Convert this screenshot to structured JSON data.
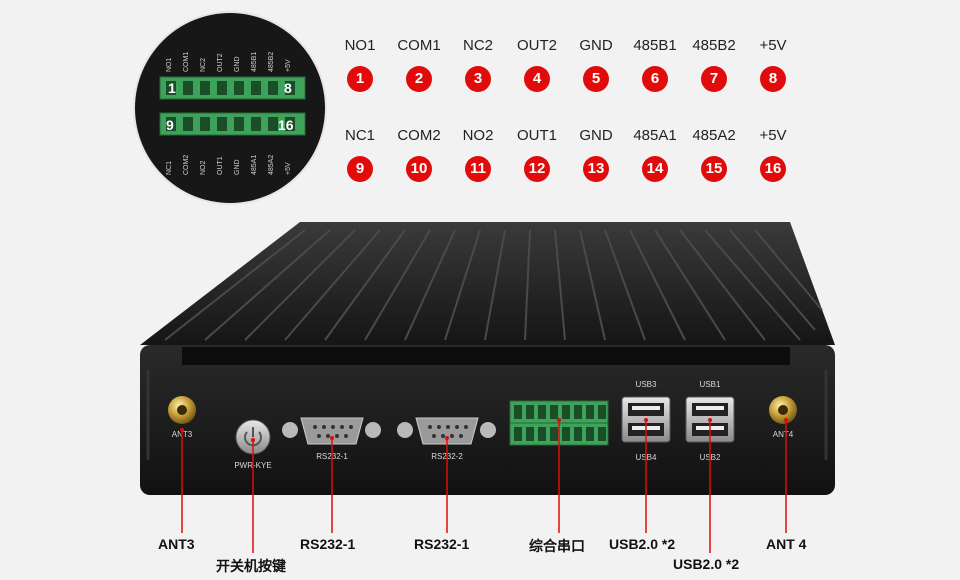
{
  "pin_legend": {
    "top_row": [
      {
        "name": "NO1",
        "num": "1"
      },
      {
        "name": "COM1",
        "num": "2"
      },
      {
        "name": "NC2",
        "num": "3"
      },
      {
        "name": "OUT2",
        "num": "4"
      },
      {
        "name": "GND",
        "num": "5"
      },
      {
        "name": "485B1",
        "num": "6"
      },
      {
        "name": "485B2",
        "num": "7"
      },
      {
        "name": "+5V",
        "num": "8"
      }
    ],
    "bottom_row": [
      {
        "name": "NC1",
        "num": "9"
      },
      {
        "name": "COM2",
        "num": "10"
      },
      {
        "name": "NO2",
        "num": "11"
      },
      {
        "name": "OUT1",
        "num": "12"
      },
      {
        "name": "GND",
        "num": "13"
      },
      {
        "name": "485A1",
        "num": "14"
      },
      {
        "name": "485A2",
        "num": "15"
      },
      {
        "name": "+5V",
        "num": "16"
      }
    ]
  },
  "zoom": {
    "top_labels": [
      "NO1",
      "COM1",
      "NC2",
      "OUT2",
      "GND",
      "485B1",
      "485B2",
      "+5V"
    ],
    "bottom_labels": [
      "NC1",
      "COM2",
      "NO2",
      "OUT1",
      "GND",
      "485A1",
      "485A2",
      "+5V"
    ],
    "pin_first_top": "1",
    "pin_last_top": "8",
    "pin_first_bottom": "9",
    "pin_last_bottom": "16"
  },
  "device": {
    "ant_left": "ANT3",
    "ant_right": "ANT4",
    "power": "PWR-KYE",
    "rs1": "RS232-1",
    "rs2": "RS232-2",
    "usb3": "USB3",
    "usb4": "USB4",
    "usb1": "USB1",
    "usb2": "USB2"
  },
  "labels": {
    "ant3": "ANT3",
    "power": "开关机按键",
    "rs1": "RS232-1",
    "rs2": "RS232-1",
    "combo": "综合串口",
    "usb_a": "USB2.0 *2",
    "usb_b": "USB2.0 *2",
    "ant4": "ANT 4"
  },
  "colors": {
    "accent_red": "#e10b0b",
    "terminal_green": "#3ea35a",
    "device_black": "#1c1c1c",
    "background": "#f2f2f2"
  }
}
